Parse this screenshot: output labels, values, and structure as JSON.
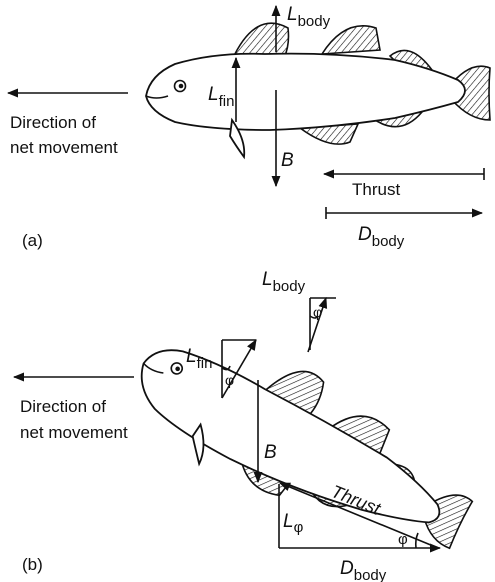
{
  "panel_a": {
    "panel_label": "(a)",
    "direction_line1": "Direction of",
    "direction_line2": "net movement",
    "lbody": "L",
    "lbody_sub": "body",
    "lfin": "L",
    "lfin_sub": "fin",
    "b": "B",
    "thrust": "Thrust",
    "dbody": "D",
    "dbody_sub": "body"
  },
  "panel_b": {
    "panel_label": "(b)",
    "direction_line1": "Direction of",
    "direction_line2": "net movement",
    "lbody": "L",
    "lbody_sub": "body",
    "lfin": "L",
    "lfin_sub": "fin",
    "b": "B",
    "thrust": "Thrust",
    "lphi": "L",
    "lphi_sub": "φ",
    "dbody": "D",
    "dbody_sub": "body",
    "phi": "φ"
  }
}
